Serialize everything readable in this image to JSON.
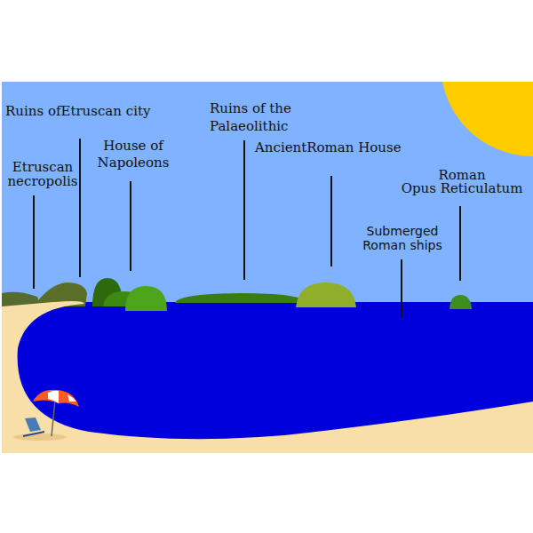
{
  "diagram": {
    "labels": [
      "Ruins ofEtruscan city",
      "Etruscan necropolis",
      "House of Napoleons",
      "Ruins of the Palaeolithic",
      "AncientRoman House",
      "Submerged Roman ships",
      "Roman Opus Reticulatum"
    ]
  }
}
